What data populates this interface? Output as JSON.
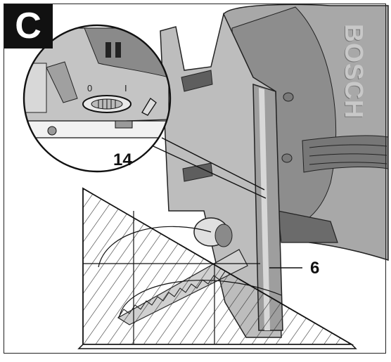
{
  "figure": {
    "badge_letter": "C",
    "callout_number": "14",
    "part_number": "6",
    "switch_positions": [
      "0",
      "I"
    ],
    "brand_text": "BOSCH",
    "colors": {
      "ink": "#111111",
      "tool_body": "#9a9a9a",
      "tool_dark": "#5e5e5e",
      "tool_light": "#c9c9c9",
      "hatch": "#333333",
      "paper": "#ffffff"
    },
    "icons": [
      "switch-knob-icon",
      "pendulum-marker-icon"
    ]
  }
}
